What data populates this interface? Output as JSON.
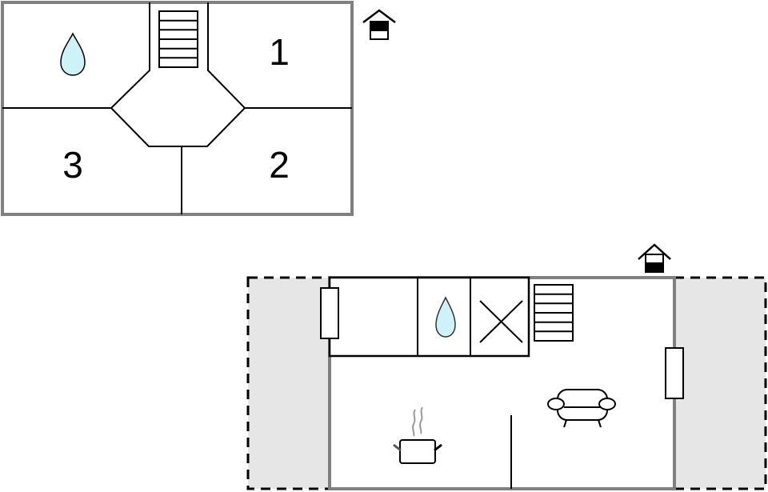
{
  "floor_upper": {
    "rooms": [
      {
        "id": "bathroom",
        "icon": "water-drop-icon"
      },
      {
        "id": "bedroom-1",
        "label": "1"
      },
      {
        "id": "bedroom-2",
        "label": "2"
      },
      {
        "id": "bedroom-3",
        "label": "3"
      }
    ],
    "stairs_steps": 6,
    "floor_indicator": "upper-floor-house-icon"
  },
  "floor_ground": {
    "rooms": [
      {
        "id": "utility-room"
      },
      {
        "id": "bathroom",
        "icon": "water-drop-icon"
      },
      {
        "id": "storage",
        "icon": "cross-icon"
      },
      {
        "id": "kitchen",
        "icon": "cooking-pot-icon"
      },
      {
        "id": "living-room",
        "icon": "sofa-icon"
      }
    ],
    "stairs_steps": 6,
    "terraces": [
      "left-terrace",
      "right-terrace"
    ],
    "doors": [
      "left-door",
      "right-door"
    ],
    "floor_indicator": "ground-floor-house-icon"
  },
  "colors": {
    "wall_outer": "#808080",
    "wall_inner": "#000000",
    "water": "#cdf3f8",
    "terrace": "#e6e6e6",
    "background": "#ffffff"
  }
}
